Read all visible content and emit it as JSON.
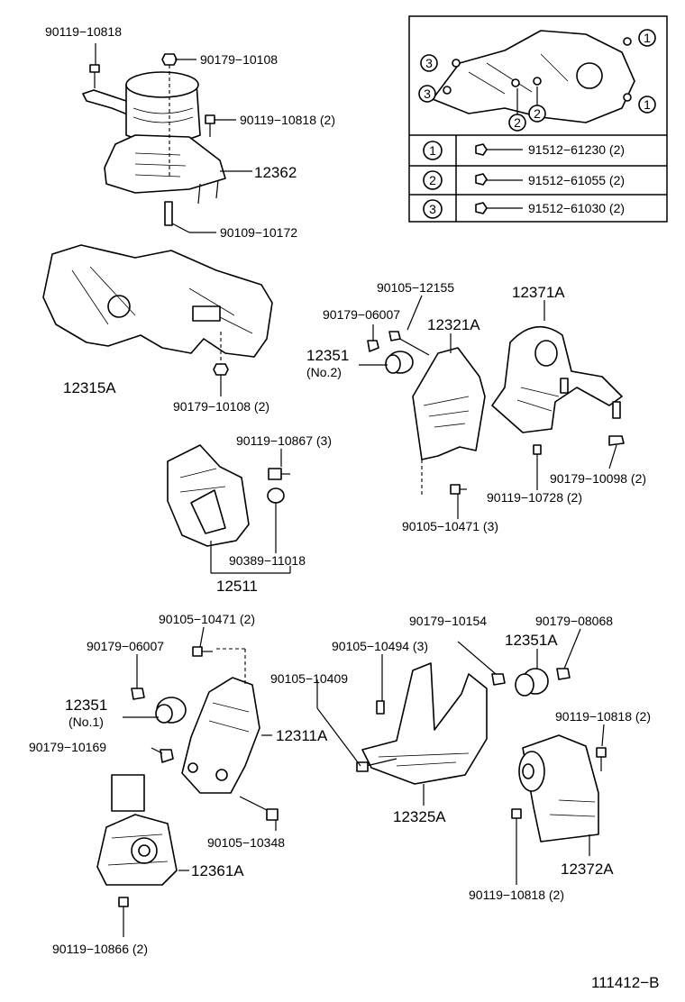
{
  "callouts": [
    {
      "id": "c1",
      "text": "90119−10818"
    },
    {
      "id": "c2",
      "text": "90179−10108"
    },
    {
      "id": "c3",
      "text": "90119−10818 (2)"
    },
    {
      "id": "c4",
      "text": "12362"
    },
    {
      "id": "c5",
      "text": "90109−10172"
    },
    {
      "id": "c6",
      "text": "12315A"
    },
    {
      "id": "c7",
      "text": "90179−10108 (2)"
    },
    {
      "id": "c8",
      "text": "90105−12155"
    },
    {
      "id": "c9",
      "text": "90179−06007"
    },
    {
      "id": "c10",
      "text": "12321A"
    },
    {
      "id": "c11",
      "text": "12351"
    },
    {
      "id": "c12",
      "text": "(No.2)"
    },
    {
      "id": "c13",
      "text": "12371A"
    },
    {
      "id": "c14",
      "text": "90119−10867 (3)"
    },
    {
      "id": "c15",
      "text": "90179−10098 (2)"
    },
    {
      "id": "c16",
      "text": "90119−10728 (2)"
    },
    {
      "id": "c17",
      "text": "90105−10471 (3)"
    },
    {
      "id": "c18",
      "text": "90389−11018"
    },
    {
      "id": "c19",
      "text": "12511"
    },
    {
      "id": "c20",
      "text": "90105−10471 (2)"
    },
    {
      "id": "c21",
      "text": "90179−10154"
    },
    {
      "id": "c22",
      "text": "90179−08068"
    },
    {
      "id": "c23",
      "text": "90179−06007"
    },
    {
      "id": "c24",
      "text": "90105−10494 (3)"
    },
    {
      "id": "c25",
      "text": "12351A"
    },
    {
      "id": "c26",
      "text": "90105−10409"
    },
    {
      "id": "c27",
      "text": "12351"
    },
    {
      "id": "c28",
      "text": "(No.1)"
    },
    {
      "id": "c29",
      "text": "12311A"
    },
    {
      "id": "c30",
      "text": "90119−10818 (2)"
    },
    {
      "id": "c31",
      "text": "90179−10169"
    },
    {
      "id": "c32",
      "text": "12325A"
    },
    {
      "id": "c33",
      "text": "90105−10348"
    },
    {
      "id": "c34",
      "text": "12361A"
    },
    {
      "id": "c35",
      "text": "12372A"
    },
    {
      "id": "c36",
      "text": "90119−10818 (2)"
    },
    {
      "id": "c37",
      "text": "90119−10866 (2)"
    }
  ],
  "inset": {
    "markers": [
      "1",
      "1",
      "3",
      "3",
      "2",
      "2"
    ],
    "legend": [
      {
        "key": "1",
        "part": "91512−61230 (2)"
      },
      {
        "key": "2",
        "part": "91512−61055 (2)"
      },
      {
        "key": "3",
        "part": "91512−61030 (2)"
      }
    ]
  },
  "figure_code": "111412−B"
}
